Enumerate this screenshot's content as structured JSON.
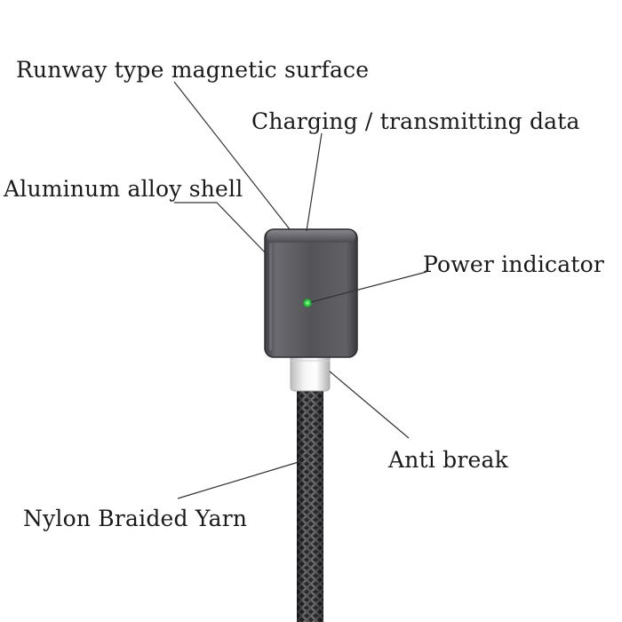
{
  "labels": {
    "runway_magnetic_surface": "Runway type magnetic surface",
    "charging_transmitting": "Charging / transmitting data",
    "aluminum_alloy_shell": "Aluminum alloy shell",
    "power_indicator": "Power indicator",
    "anti_break": "Anti break",
    "nylon_braided_yarn": "Nylon Braided Yarn"
  },
  "colors": {
    "background": "#ffffff",
    "label_text": "#1a1a1a",
    "leader_line": "#333333",
    "shell_body": "#505054",
    "shell_highlight": "#77777c",
    "indicator_led": "#39d64a",
    "neck_metal": "#e6e6e6",
    "braid_dark": "#2a2a2c",
    "braid_light": "#6e6e72"
  }
}
